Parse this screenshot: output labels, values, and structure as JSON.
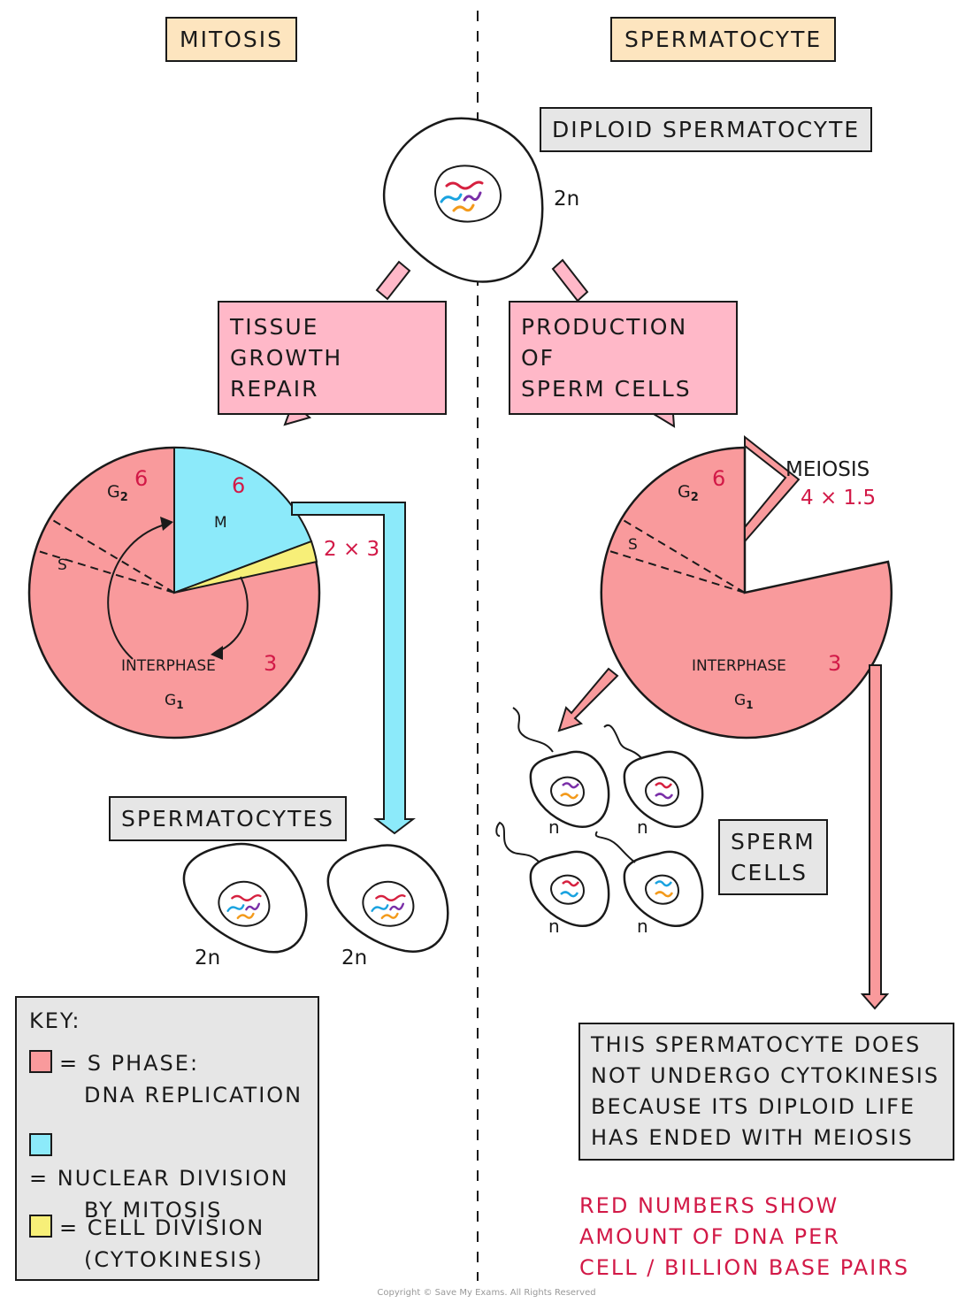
{
  "headers": {
    "mitosis": "MITOSIS",
    "spermatocyte": "SPERMATOCYTE"
  },
  "diploid_label": "DIPLOID SPERMATOCYTE",
  "ploidy": {
    "diploid": "2n",
    "haploid": "n"
  },
  "tissue_box": {
    "line1": "TISSUE GROWTH",
    "line2": "REPAIR"
  },
  "production_box": {
    "line1": "PRODUCTION OF",
    "line2": "SPERM CELLS"
  },
  "mitosis_cycle": {
    "g2": "G",
    "g2_sub": "2",
    "g2_dna": "6",
    "m": "M",
    "m_dna": "6",
    "s": "S",
    "cytokinesis_dna": "2 × 3",
    "interphase": "INTERPHASE",
    "interphase_dna": "3",
    "g1": "G",
    "g1_sub": "1"
  },
  "meiosis_cycle": {
    "meiosis": "MEIOSIS",
    "meiosis_dna": "4 × 1.5",
    "g2": "G",
    "g2_sub": "2",
    "g2_dna": "6",
    "s": "S",
    "interphase": "INTERPHASE",
    "interphase_dna": "3",
    "g1": "G",
    "g1_sub": "1"
  },
  "spermatocytes_label": "SPERMATOCYTES",
  "sperm_cells_label": {
    "line1": "SPERM",
    "line2": "CELLS"
  },
  "key": {
    "title": "KEY:",
    "items": [
      {
        "color": "#f99a9c",
        "line1": "= S PHASE:",
        "line2": "DNA REPLICATION"
      },
      {
        "color": "#8ceafa",
        "line1": "= NUCLEAR DIVISION",
        "line2": "BY MITOSIS"
      },
      {
        "color": "#f7ef78",
        "line1": "= CELL DIVISION",
        "line2": "(CYTOKINESIS)"
      }
    ]
  },
  "cytokinesis_note": {
    "line1": "THIS SPERMATOCYTE DOES",
    "line2": "NOT UNDERGO CYTOKINESIS",
    "line3": "BECAUSE ITS DIPLOID LIFE",
    "line4": "HAS ENDED WITH MEIOSIS"
  },
  "red_note": {
    "line1": "RED NUMBERS SHOW",
    "line2": "AMOUNT OF DNA PER",
    "line3": "CELL / BILLION BASE PAIRS"
  },
  "copyright": "Copyright © Save My Exams. All Rights Reserved",
  "colors": {
    "pink_fill": "#f99a9c",
    "cyan_fill": "#8ceafa",
    "yellow_fill": "#f7ef78",
    "arrow_pink": "#ffb8c8",
    "header_fill": "#fde5bf",
    "grey_fill": "#e6e6e6",
    "dna_red": "#d21947",
    "chrom_red": "#d6203f",
    "chrom_blue": "#1aa3e0",
    "chrom_purple": "#7a2fa8",
    "chrom_orange": "#f39a1b"
  }
}
